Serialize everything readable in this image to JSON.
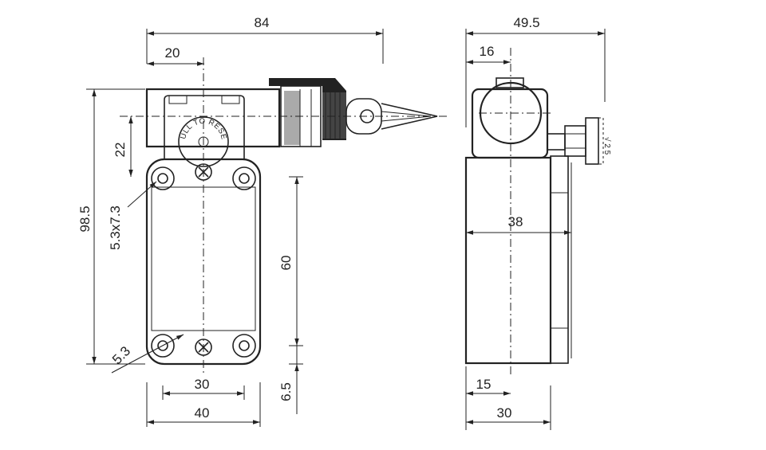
{
  "dimensions": {
    "overall_width": "84",
    "cable_offset": "20",
    "height_cap": "22",
    "total_height": "98.5",
    "slot_size": "5.3x7.3",
    "hole_dia": "5.3",
    "hole_spacing_v": "60",
    "bottom_offset": "6.5",
    "hole_spacing_h": "30",
    "body_width": "40",
    "side_overall_width": "49.5",
    "side_offset": "16",
    "side_body_depth": "38",
    "side_bottom_offset": "15",
    "side_base_width": "30"
  },
  "reset_knob": {
    "label": "PULL TO RESET"
  }
}
